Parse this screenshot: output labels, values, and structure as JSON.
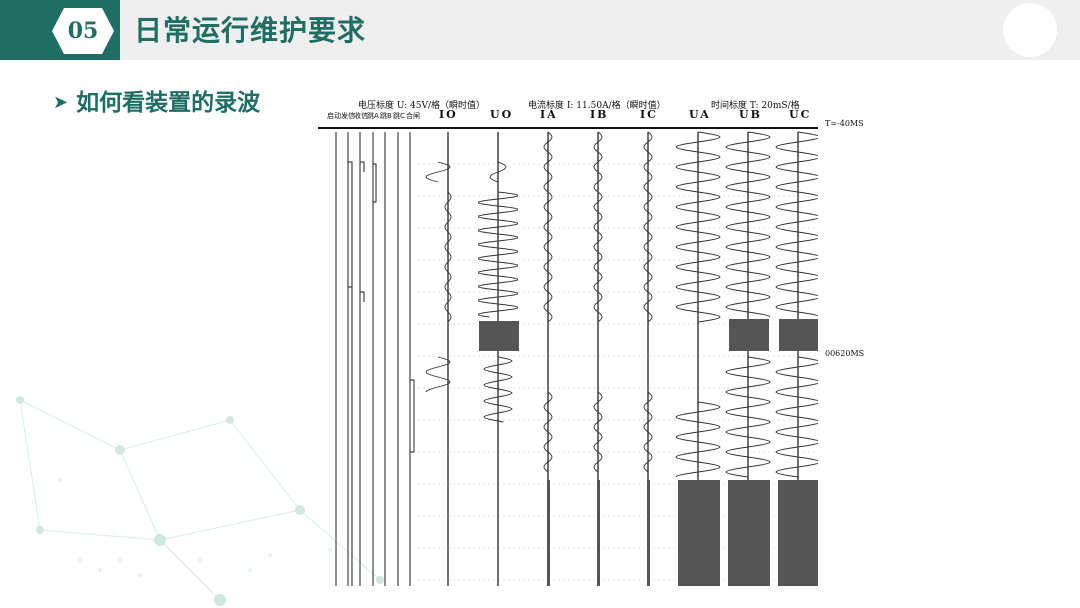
{
  "header": {
    "number": "05",
    "title": "日常运行维护要求",
    "colors": {
      "accent": "#1f6e64",
      "bar": "#efefef"
    }
  },
  "subtitle": {
    "arrow_icon": "chevron-right-icon",
    "text": "如何看装置的录波"
  },
  "waveform": {
    "scale_voltage": "电压标度  U: 45V/格（瞬时值）",
    "scale_current": "电流标度  I: 11.50A/格（瞬时值）",
    "scale_time": "时间标度  T: 20mS/格",
    "switch_labels": [
      "启动",
      "发信",
      "收信",
      "跳A",
      "跳B",
      "跳C",
      "合闸"
    ],
    "channels": [
      "IO",
      "UO",
      "IA",
      "IB",
      "IC",
      "UA",
      "UB",
      "UC"
    ],
    "time_start": "T=-40MS",
    "time_mark": "00620MS"
  }
}
